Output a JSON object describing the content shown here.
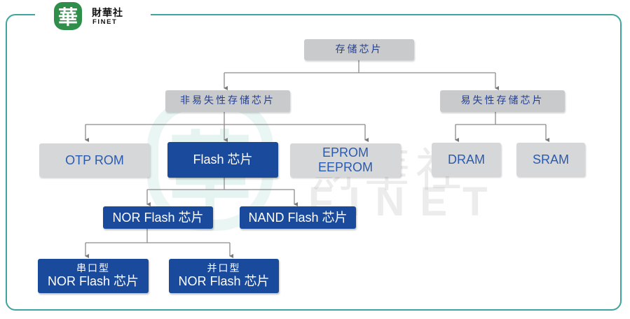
{
  "brand": {
    "seal_char": "華",
    "name_cn": "財華社",
    "name_en": "FINET",
    "watermark_cn": "財華社",
    "watermark_en": "FINET"
  },
  "diagram": {
    "root": "存储芯片",
    "nonvolatile": "非易失性存储芯片",
    "volatile": "易失性存储芯片",
    "otp_rom": "OTP ROM",
    "flash": "Flash 芯片",
    "eprom_line1": "EPROM",
    "eprom_line2": "EEPROM",
    "dram": "DRAM",
    "sram": "SRAM",
    "nor_flash": "NOR Flash 芯片",
    "nand_flash": "NAND Flash 芯片",
    "serial_line1": "串口型",
    "serial_line2": "NOR Flash 芯片",
    "parallel_line1": "并口型",
    "parallel_line2": "NOR Flash 芯片"
  },
  "colors": {
    "frame": "#3ea59c",
    "grey_node": "#c9cacc",
    "blue_node": "#1a4a9c",
    "logo_green": "#2f8f4a"
  }
}
